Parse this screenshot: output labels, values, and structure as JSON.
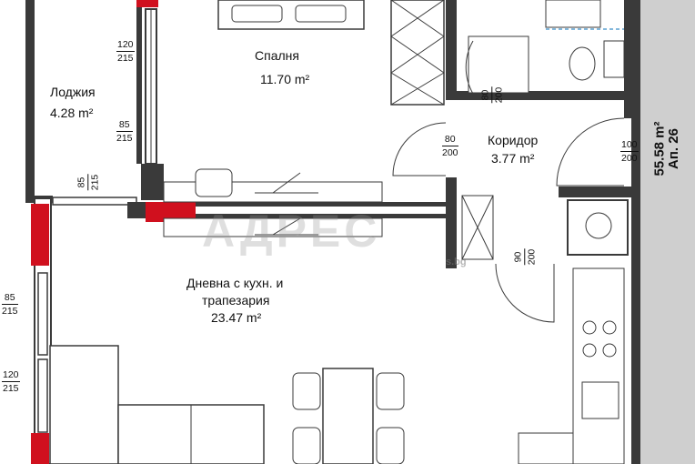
{
  "rooms": {
    "bedroom": {
      "name": "Спалня",
      "area": "11.70 m²"
    },
    "loggia": {
      "name": "Лоджия",
      "area": "4.28 m²"
    },
    "corridor": {
      "name": "Коридор",
      "area": "3.77 m²"
    },
    "living": {
      "name_line1": "Дневна с кухн. и",
      "name_line2": "трапезария",
      "area": "23.47 m²"
    }
  },
  "dimensions": {
    "loggia_window_top": {
      "w": "120",
      "h": "215"
    },
    "loggia_window_bottom": {
      "w": "85",
      "h": "215"
    },
    "loggia_door": {
      "w": "85",
      "h": "215"
    },
    "bath_door": {
      "w": "80",
      "h": "200"
    },
    "bedroom_door": {
      "w": "80",
      "h": "200"
    },
    "entry_door": {
      "w": "100",
      "h": "200"
    },
    "kitchen_door": {
      "w": "90",
      "h": "200"
    },
    "living_window_top": {
      "w": "85",
      "h": "215"
    },
    "living_window_bottom": {
      "w": "120",
      "h": "215"
    }
  },
  "apartment": {
    "total_area": "55.58 m²",
    "number": "Ап. 26"
  },
  "watermark": {
    "text": "АДРЕС",
    "domain": "s.bg"
  },
  "colors": {
    "wall": "#3a3a3a",
    "column": "#d0101e",
    "shaft": "#888888",
    "ink": "#111111"
  }
}
